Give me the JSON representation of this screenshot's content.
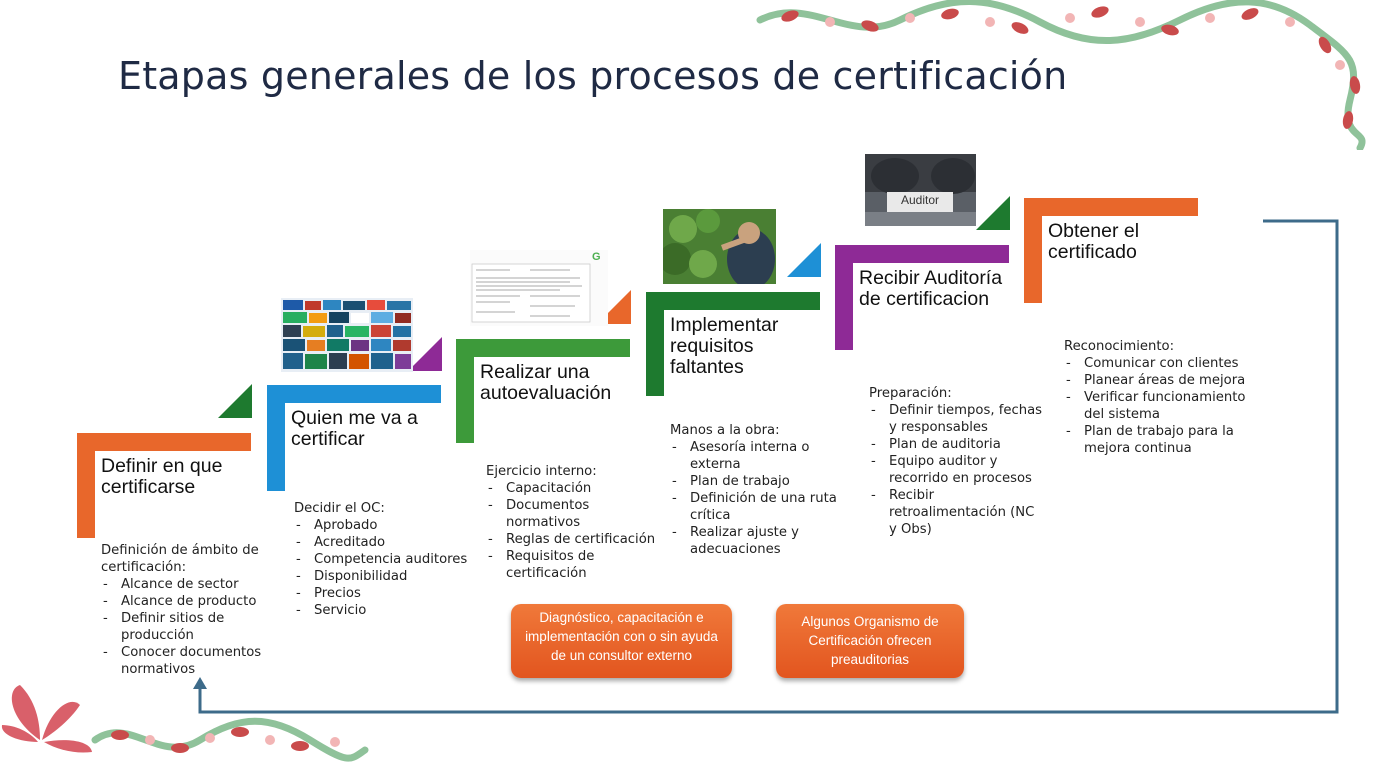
{
  "title": "Etapas generales de los procesos de certificación",
  "colors": {
    "orange": "#e8672b",
    "blue": "#1e90d6",
    "green": "#3d9a3a",
    "dark_green": "#1e7a2f",
    "purple": "#8e2a96",
    "navy_line": "#3d6b8a",
    "title": "#1f2a44"
  },
  "steps": [
    {
      "label": "Definir en que certificarse",
      "desc_heading": "Definición de ámbito de certificación:",
      "items": [
        "Alcance de sector",
        "Alcance de producto",
        "Definir sitios de producción",
        "Conocer documentos normativos"
      ]
    },
    {
      "label": "Quien me va a certificar",
      "desc_heading": "Decidir el OC:",
      "items": [
        "Aprobado",
        "Acreditado",
        "Competencia auditores",
        "Disponibilidad",
        "Precios",
        "Servicio"
      ]
    },
    {
      "label": "Realizar una autoevaluación",
      "desc_heading": "Ejercicio interno:",
      "items": [
        "Capacitación",
        "Documentos normativos",
        "Reglas de certificación",
        "Requisitos de certificación"
      ]
    },
    {
      "label": "Implementar requisitos faltantes",
      "desc_heading": "Manos a la obra:",
      "items": [
        "Asesoría interna o externa",
        "Plan de trabajo",
        "Definición de una ruta crítica",
        "Realizar ajuste y adecuaciones"
      ]
    },
    {
      "label": "Recibir Auditoría de certificacion",
      "desc_heading": "Preparación:",
      "items": [
        "Definir tiempos, fechas y responsables",
        "Plan de auditoria",
        "Equipo auditor y recorrido en procesos",
        "Recibir retroalimentación (NC y Obs)"
      ]
    },
    {
      "label": "Obtener el certificado",
      "desc_heading": "Reconocimiento:",
      "items": [
        "Comunicar con clientes",
        "Planear áreas de mejora",
        "Verificar funcionamiento del sistema",
        "Plan de trabajo para la mejora continua"
      ]
    }
  ],
  "callouts": [
    "Diagnóstico, capacitación e implementación con o sin ayuda de un consultor externo",
    "Algunos Organismo de Certificación ofrecen preauditorias"
  ],
  "images": {
    "logos": "logos-collage",
    "document": "document-thumbnail",
    "greenhouse": "greenhouse-photo",
    "auditor": "auditor-photo",
    "auditor_sign": "Auditor"
  },
  "auditor_sign_text": "Auditor"
}
